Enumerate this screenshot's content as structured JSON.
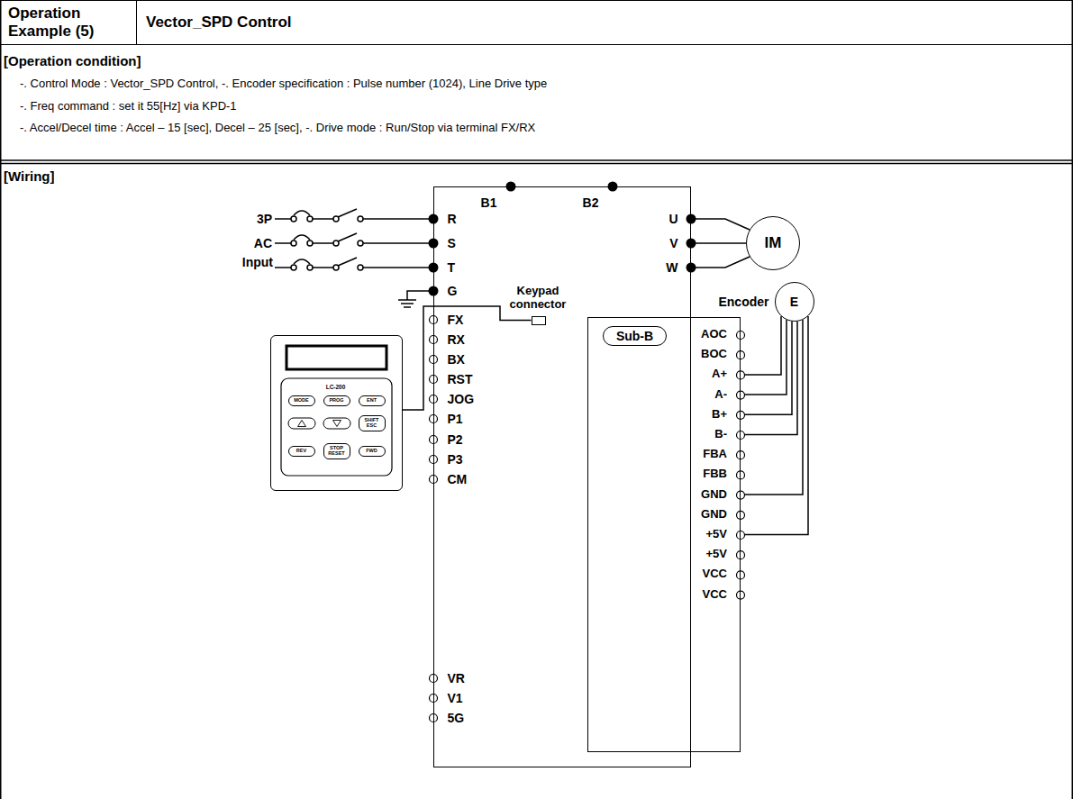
{
  "diagram": {
    "nodes": [
      {
        "text": [
          "Operation Example (5)"
        ]
      },
      {
        "text": [
          "Vector_SPD Control"
        ]
      },
      {
        "text": [
          "B1",
          "B2",
          "R",
          "S",
          "T",
          "G",
          "U",
          "V",
          "W",
          "FX",
          "RX",
          "BX",
          "RST",
          "JOG",
          "P1",
          "P2",
          "P3",
          "CM",
          "VR",
          "V1",
          "5G"
        ]
      },
      {
        "text": [
          "Keypad connector"
        ],
        "in": 2
      },
      {
        "text": [
          "AOC",
          "BOC",
          "A+",
          "A-",
          "B+",
          "B-",
          "FBA",
          "FBB",
          "GND",
          "GND",
          "+5V",
          "+5V",
          "VCC",
          "VCC"
        ],
        "in": 2
      },
      {
        "text": [
          "Sub-B"
        ],
        "in": 4
      },
      {
        "text": [
          "LC-200"
        ]
      },
      {
        "text": [
          "MODE"
        ],
        "in": 6
      },
      {
        "text": [
          "PROG"
        ],
        "in": 6
      },
      {
        "text": [
          "ENT"
        ],
        "in": 6
      },
      {
        "text": [
          "SHIFT ESC"
        ],
        "in": 6
      },
      {
        "text": [
          "REV"
        ],
        "in": 6
      },
      {
        "text": [
          "STOP RESET"
        ],
        "in": 6
      },
      {
        "text": [
          "FWD"
        ],
        "in": 6
      },
      {
        "text": [
          "IM"
        ]
      },
      {
        "text": [
          "Encoder",
          "E"
        ]
      }
    ],
    "edges": [
      {
        "from": 6,
        "to": 3,
        "arrow": "none"
      },
      {
        "from": 2,
        "to": 14,
        "arrow": "none"
      },
      {
        "from": 2,
        "to": 14,
        "arrow": "none"
      },
      {
        "from": 2,
        "to": 14,
        "arrow": "none"
      },
      {
        "from": 15,
        "to": 4,
        "arrow": "none"
      },
      {
        "from": 15,
        "to": 4,
        "arrow": "none"
      },
      {
        "from": 15,
        "to": 4,
        "arrow": "none"
      },
      {
        "from": 15,
        "to": 4,
        "arrow": "none"
      },
      {
        "from": 15,
        "to": 4,
        "arrow": "none"
      },
      {
        "from": 15,
        "to": 4,
        "arrow": "none"
      }
    ],
    "labels": [
      "[Operation condition]",
      "-. Control Mode : Vector_SPD Control, -. Encoder specification : Pulse number (1024), Line Drive type",
      "-. Freq command : set it 55[Hz] via KPD-1",
      "-. Accel/Decel time : Accel – 15 [sec], Decel – 25 [sec], -. Drive mode : Run/Stop via terminal FX/RX",
      "[Wiring]",
      "3P",
      "AC",
      "Input"
    ]
  }
}
